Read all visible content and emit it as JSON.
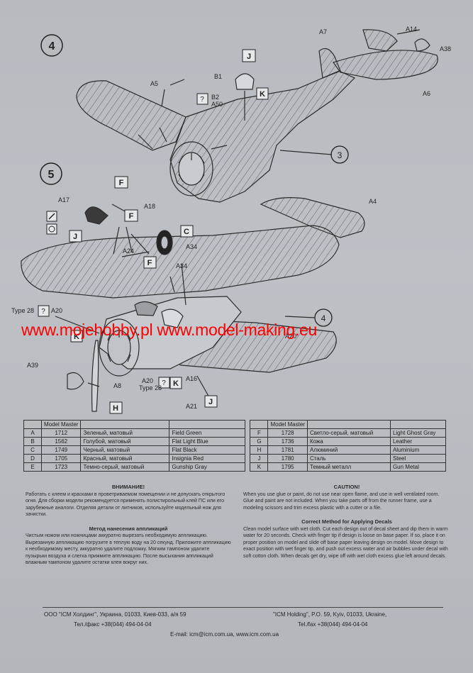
{
  "steps": {
    "step4": "4",
    "step5": "5"
  },
  "callouts": {
    "A5": "A5",
    "A7": "A7",
    "A14": "A14",
    "A38": "A38",
    "A6": "A6",
    "B1": "B1",
    "B2": "B2",
    "A50": "A50",
    "part3": "3",
    "A4": "A4",
    "A17": "A17",
    "A18": "A18",
    "A24": "A24",
    "A34a": "A34",
    "A34b": "A34",
    "A20a": "A20",
    "A20b": "A20",
    "A20c": "A20",
    "type28a": "Type 28",
    "type28b": "Type 28",
    "A39": "A39",
    "A8": "A8",
    "A16": "A16",
    "A21": "A21",
    "ref4": "4",
    "q": "?"
  },
  "color_boxes": {
    "J": "J",
    "K": "K",
    "F": "F",
    "C": "C",
    "H": "H"
  },
  "watermark": "www.mojehobby.pl www.model-making.eu",
  "paint_table": {
    "header": [
      "Model Master",
      "Model Master"
    ],
    "left": [
      {
        "k": "A",
        "code": "1712",
        "ru": "Зеленый, матовый",
        "en": "Field Green"
      },
      {
        "k": "B",
        "code": "1562",
        "ru": "Голубой, матовый",
        "en": "Flat Light Blue"
      },
      {
        "k": "C",
        "code": "1749",
        "ru": "Черный, матовый",
        "en": "Flat Black"
      },
      {
        "k": "D",
        "code": "1705",
        "ru": "Красный, матовый",
        "en": "Insignia Red"
      },
      {
        "k": "E",
        "code": "1723",
        "ru": "Темно-серый, матовый",
        "en": "Gunship Gray"
      }
    ],
    "right": [
      {
        "k": "F",
        "code": "1728",
        "ru": "Светло-серый, матовый",
        "en": "Light Ghost Gray"
      },
      {
        "k": "G",
        "code": "1736",
        "ru": "Кожа",
        "en": "Leather"
      },
      {
        "k": "H",
        "code": "1781",
        "ru": "Алюминий",
        "en": "Aluminium"
      },
      {
        "k": "J",
        "code": "1780",
        "ru": "Сталь",
        "en": "Steel"
      },
      {
        "k": "K",
        "code": "1795",
        "ru": "Темный металл",
        "en": "Gun Metal"
      }
    ]
  },
  "ru_text": {
    "caution_title": "ВНИМАНИЕ!",
    "caution_body": "Работать с клеем и красками в проветриваемом помещении и не допускать открытого огня. Для сборки модели рекомендуется применять полистирольный клей ПС или его зарубежные аналоги. Отделяя детали от литников, используйте модельный нож для зачистки.",
    "decal_title": "Метод нанесения аппликаций",
    "decal_body": "Чистым ножом или ножницами аккуратно вырезать необходимую аппликацию. Вырезанную аппликацию погрузите в теплую воду на 20 секунд. Приложите аппликацию к необходимому месту, аккуратно удалите подложку. Мягким тампоном удалите пузырьки воздуха и слегка прижмите аппликацию. После высыхания аппликаций влажным тампоном удалите остатки клея вокруг них."
  },
  "en_text": {
    "caution_title": "CAUTION!",
    "caution_body": "When you use glue or paint, do not use near open flame, and use in well ventilated room. Glue and paint are not included. When you take parts off from the runner frame, use a modeling scissors and trim excess plastic with a cutter or a file.",
    "decal_title": "Correct Method for Applying Decals",
    "decal_body": "Clean model surface with wet cloth. Cut each design out of decal sheet and dip them in warm water for 20 seconds. Check with finger tip if design is loose on base paper. If so, place it on proper position on model and slide off base paper leaving design on model. Move design to exact position with wet finger tip, and push out excess water and air bubbles under decal with soft cotton cloth. When decals get dry, wipe off with wet cloth excess glue left around decals."
  },
  "footer": {
    "ru_addr": "ООО \"ICM Холдинг\", Украина, 01033, Киев-033, а/я 59",
    "ru_tel": "Тел./факс +38(044) 494-04-04",
    "en_addr": "\"ICM Holding\", P.O. 59, Kyiv, 01033, Ukraine,",
    "en_tel": "Tel./fax +38(044) 494-04-04",
    "contact": "E-mail: icm@icm.com.ua,     www.icm.com.ua"
  }
}
